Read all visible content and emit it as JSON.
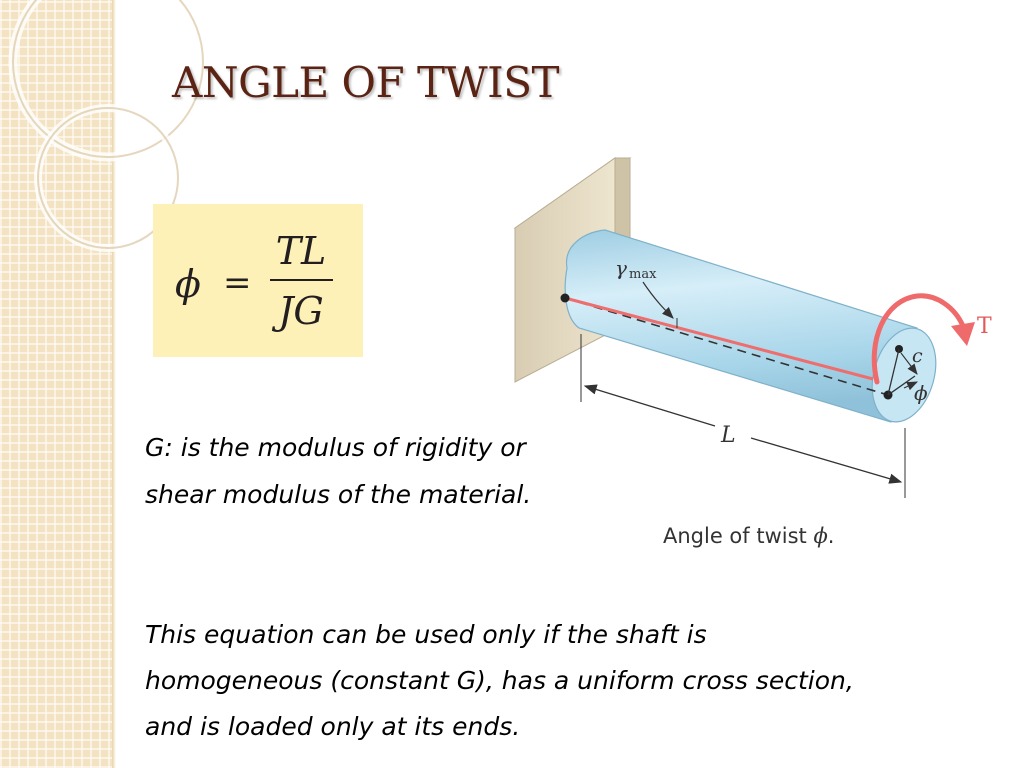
{
  "slide": {
    "title": "ANGLE OF TWIST"
  },
  "formula": {
    "lhs": "ϕ",
    "equals": "=",
    "numerator": "TL",
    "denominator": "JG"
  },
  "figure": {
    "label_gamma": "γ",
    "label_gamma_sub": "max",
    "label_torque": "T",
    "label_c": "c",
    "label_phi": "ϕ",
    "label_length": "L",
    "caption": "Angle of twist",
    "caption_symbol": "ϕ",
    "caption_end": "."
  },
  "body": {
    "g_definition": "G: is the modulus of rigidity or shear modulus of the material.",
    "equation_note": "This equation can be used only if the shaft is homogeneous (constant G), has a uniform cross section, and is loaded only at its ends."
  },
  "colors": {
    "title": "#5b2314",
    "formula_background": "#fdf1b8",
    "shaft": "#bfe1f1",
    "torque_arrow": "#ef6a6a"
  }
}
